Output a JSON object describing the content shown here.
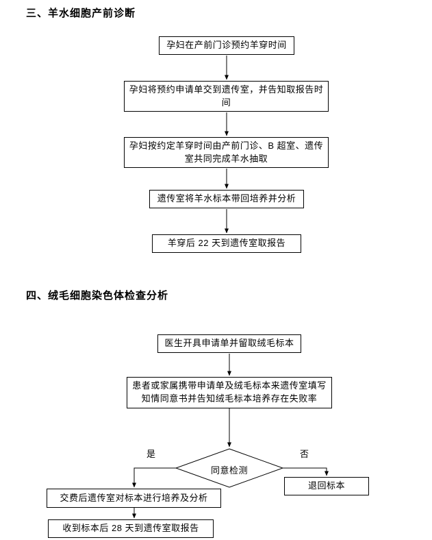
{
  "colors": {
    "border": "#000000",
    "text": "#000000",
    "background": "#ffffff"
  },
  "section1": {
    "title": "三、羊水细胞产前诊断",
    "steps": [
      "孕妇在产前门诊预约羊穿时间",
      "孕妇将预约申请单交到遗传室，并告知取报告时间",
      "孕妇按约定羊穿时间由产前门诊、B 超室、遗传室共同完成羊水抽取",
      "遗传室将羊水标本带回培养并分析",
      "羊穿后 22 天到遗传室取报告"
    ]
  },
  "section2": {
    "title": "四、绒毛细胞染色体检查分析",
    "steps": [
      "医生开具申请单并留取绒毛标本",
      "患者或家属携带申请单及绒毛标本来遗传室填写知情同意书并告知绒毛标本培养存在失败率"
    ],
    "decision": {
      "label": "同意检测",
      "yes": "是",
      "no": "否"
    },
    "yes_branch": [
      "交费后遗传室对标本进行培养及分析",
      "收到标本后 28 天到遗传室取报告"
    ],
    "no_branch": [
      "退回标本"
    ]
  }
}
